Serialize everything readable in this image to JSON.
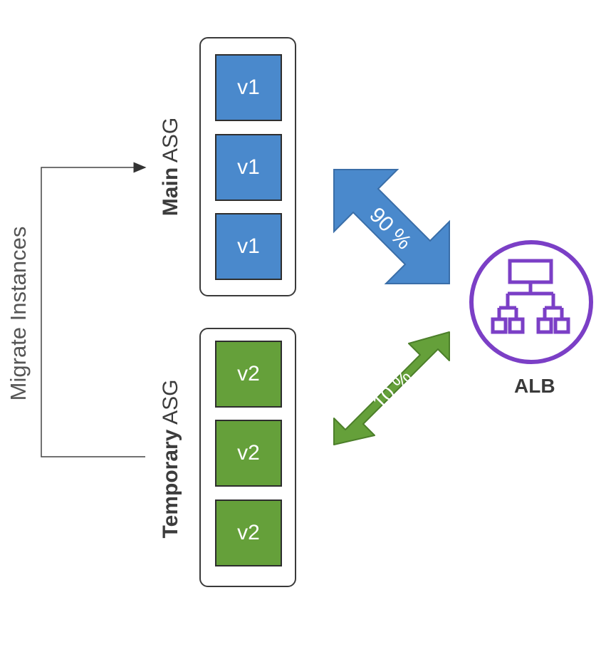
{
  "migrate": {
    "label": "Migrate Instances"
  },
  "main_asg": {
    "label_bold": "Main",
    "label_rest": "ASG",
    "instances": [
      "v1",
      "v1",
      "v1"
    ],
    "color": "#4a89cc"
  },
  "temp_asg": {
    "label_bold": "Temporary",
    "label_rest": "ASG",
    "instances": [
      "v2",
      "v2",
      "v2"
    ],
    "color": "#65a03a"
  },
  "traffic": {
    "main_percent": "90 %",
    "temp_percent": "10 %"
  },
  "alb": {
    "label": "ALB",
    "color": "#7b3fc6",
    "icon": "load-balancer-icon"
  }
}
